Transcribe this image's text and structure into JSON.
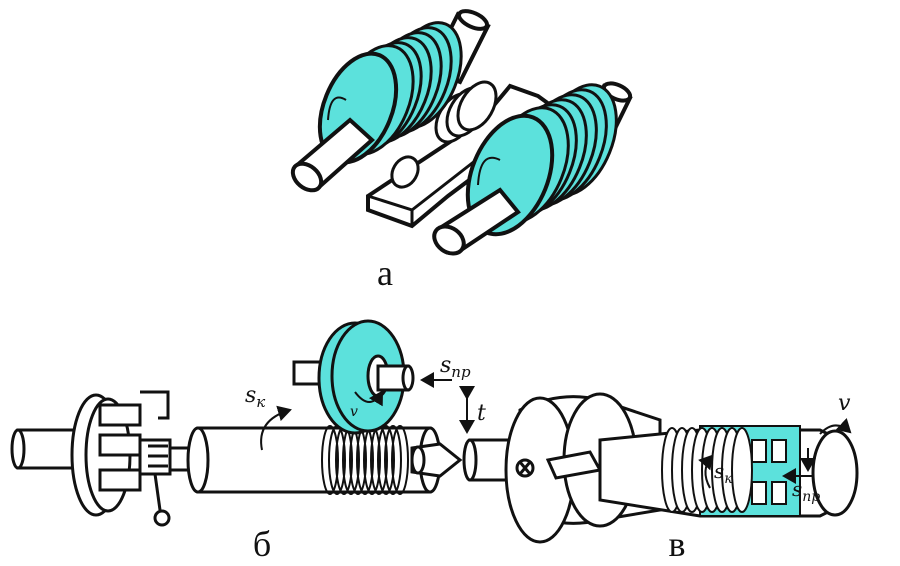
{
  "colors": {
    "accent": "#5ce1dc",
    "ink": "#111111",
    "paper": "#ffffff"
  },
  "panels": {
    "a": {
      "caption": "а"
    },
    "b": {
      "caption": "б",
      "labels": {
        "s_circ": "s",
        "s_circ_sub": "к",
        "s_long": "s",
        "s_long_sub": "пр",
        "depth": "t",
        "speed": "v"
      }
    },
    "v": {
      "caption": "в",
      "labels": {
        "speed": "v",
        "s_circ": "s",
        "s_circ_sub": "к",
        "s_long": "s",
        "s_long_sub": "пр"
      }
    }
  }
}
